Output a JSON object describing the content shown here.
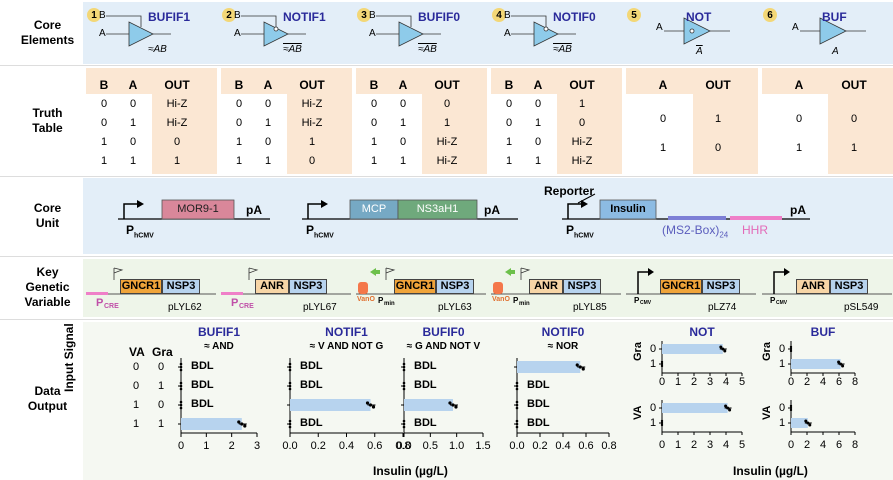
{
  "rows": {
    "core_elements": "Core\nElements",
    "truth_table": "Truth\nTable",
    "core_unit": "Core\nUnit",
    "key_genetic_variable": "Key\nGenetic\nVariable",
    "data_output": "Data\nOutput"
  },
  "gates": [
    {
      "num": "1",
      "name": "BUFIF1",
      "expr": "≈AB",
      "has_b": true,
      "inv": false,
      "bar": false
    },
    {
      "num": "2",
      "name": "NOTIF1",
      "expr": "≈AB",
      "has_b": true,
      "inv": true,
      "bar": true
    },
    {
      "num": "3",
      "name": "BUFIF0",
      "expr": "≈AB",
      "has_b": true,
      "inv": false,
      "bar": true
    },
    {
      "num": "4",
      "name": "NOTIF0",
      "expr": "≈AB",
      "has_b": true,
      "inv": true,
      "bar": true
    },
    {
      "num": "5",
      "name": "NOT",
      "expr": "A",
      "has_b": false,
      "inv": true,
      "bar": true
    },
    {
      "num": "6",
      "name": "BUF",
      "expr": "A",
      "has_b": false,
      "inv": false,
      "bar": false
    }
  ],
  "gate_inputs": {
    "a": "A",
    "b": "B"
  },
  "truth_tables": [
    {
      "header": [
        "B",
        "A",
        "OUT"
      ],
      "rows": [
        [
          "0",
          "0",
          "Hi-Z"
        ],
        [
          "0",
          "1",
          "Hi-Z"
        ],
        [
          "1",
          "0",
          "0"
        ],
        [
          "1",
          "1",
          "1"
        ]
      ]
    },
    {
      "header": [
        "B",
        "A",
        "OUT"
      ],
      "rows": [
        [
          "0",
          "0",
          "Hi-Z"
        ],
        [
          "0",
          "1",
          "Hi-Z"
        ],
        [
          "1",
          "0",
          "1"
        ],
        [
          "1",
          "1",
          "0"
        ]
      ]
    },
    {
      "header": [
        "B",
        "A",
        "OUT"
      ],
      "rows": [
        [
          "0",
          "0",
          "0"
        ],
        [
          "0",
          "1",
          "1"
        ],
        [
          "1",
          "0",
          "Hi-Z"
        ],
        [
          "1",
          "1",
          "Hi-Z"
        ]
      ]
    },
    {
      "header": [
        "B",
        "A",
        "OUT"
      ],
      "rows": [
        [
          "0",
          "0",
          "1"
        ],
        [
          "0",
          "1",
          "0"
        ],
        [
          "1",
          "0",
          "Hi-Z"
        ],
        [
          "1",
          "1",
          "Hi-Z"
        ]
      ]
    },
    {
      "header": [
        "A",
        "OUT"
      ],
      "rows": [
        [
          "0",
          "1"
        ],
        [
          "1",
          "0"
        ]
      ]
    },
    {
      "header": [
        "A",
        "OUT"
      ],
      "rows": [
        [
          "0",
          "0"
        ],
        [
          "1",
          "1"
        ]
      ]
    }
  ],
  "core_units": {
    "promoter": "P",
    "promoter_sub": "hCMV",
    "pa": "pA",
    "unit1_box": "MOR9-1",
    "unit2_box1": "MCP",
    "unit2_box2": "NS3aH1",
    "reporter_label": "Reporter",
    "unit3_box": "Insulin",
    "ms2": "(MS2-Box)",
    "ms2_sub": "24",
    "hhr": "HHR"
  },
  "genetic": [
    {
      "promoter": "P",
      "promoter_sub": "CRE",
      "box1": "GNCR1",
      "box2": "NSP3",
      "plasmid": "pLYL62",
      "box1_color": "#f0a43a"
    },
    {
      "promoter": "P",
      "promoter_sub": "CRE",
      "box1": "ANR",
      "box2": "NSP3",
      "plasmid": "pLYL67",
      "box1_color": "#f7d5a6"
    },
    {
      "promoter": "P",
      "promoter_sub": "min",
      "op": "VanO",
      "box1": "GNCR1",
      "box2": "NSP3",
      "plasmid": "pLYL63",
      "box1_color": "#f0a43a"
    },
    {
      "promoter": "P",
      "promoter_sub": "min",
      "op": "VanO",
      "box1": "ANR",
      "box2": "NSP3",
      "plasmid": "pLYL85",
      "box1_color": "#f7d5a6"
    },
    {
      "promoter": "P",
      "promoter_sub": "CMV",
      "box1": "GNCR1",
      "box2": "NSP3",
      "plasmid": "pLZ74",
      "box1_color": "#f0a43a"
    },
    {
      "promoter": "P",
      "promoter_sub": "CMV",
      "box1": "ANR",
      "box2": "NSP3",
      "plasmid": "pSL549",
      "box1_color": "#f7d5a6"
    }
  ],
  "data_output": {
    "input_signal_label": "Input Signal",
    "va_label": "VA",
    "gra_label": "Gra",
    "inputs": [
      [
        "0",
        "0"
      ],
      [
        "0",
        "1"
      ],
      [
        "1",
        "0"
      ],
      [
        "1",
        "1"
      ]
    ],
    "x_label_left": "Insulin (µg/L)",
    "x_label_right": "Insulin (µg/L)",
    "bdl": "BDL"
  },
  "chart_data": [
    {
      "type": "bar",
      "orientation": "horizontal",
      "title": "BUFIF1",
      "subtitle": "≈ AND",
      "categories": [
        "0 0",
        "0 1",
        "1 0",
        "1 1"
      ],
      "values": [
        0,
        0,
        0,
        2.4
      ],
      "labels": [
        "BDL",
        "BDL",
        "BDL",
        ""
      ],
      "xlim": [
        0,
        3
      ],
      "xticks": [
        "0",
        "1",
        "2",
        "3"
      ]
    },
    {
      "type": "bar",
      "orientation": "horizontal",
      "title": "NOTIF1",
      "subtitle": "≈ V AND NOT G",
      "categories": [
        "0 0",
        "0 1",
        "1 0",
        "1 1"
      ],
      "values": [
        0,
        0,
        0.57,
        0
      ],
      "labels": [
        "BDL",
        "BDL",
        "",
        "BDL"
      ],
      "xlim": [
        0,
        0.8
      ],
      "xticks": [
        "0.0",
        "0.2",
        "0.4",
        "0.6",
        "0.8"
      ]
    },
    {
      "type": "bar",
      "orientation": "horizontal",
      "title": "BUFIF0",
      "subtitle": "≈ G AND NOT V",
      "categories": [
        "0 0",
        "0 1",
        "1 0",
        "1 1"
      ],
      "values": [
        0,
        0,
        0.93,
        0
      ],
      "labels": [
        "BDL",
        "BDL",
        "",
        "BDL"
      ],
      "xlim": [
        0,
        1.5
      ],
      "xticks": [
        "0.0",
        "0.5",
        "1.0",
        "1.5"
      ]
    },
    {
      "type": "bar",
      "orientation": "horizontal",
      "title": "NOTIF0",
      "subtitle": "≈ NOR",
      "categories": [
        "0 0",
        "0 1",
        "1 0",
        "1 1"
      ],
      "values": [
        0.55,
        0,
        0,
        0
      ],
      "labels": [
        "",
        "BDL",
        "BDL",
        "BDL"
      ],
      "xlim": [
        0,
        0.8
      ],
      "xticks": [
        "0.0",
        "0.2",
        "0.4",
        "0.6",
        "0.8"
      ]
    },
    {
      "type": "bar",
      "orientation": "horizontal",
      "title": "NOT",
      "panels": [
        {
          "ylabel": "Gra",
          "categories": [
            "0",
            "1"
          ],
          "values": [
            3.8,
            0
          ]
        },
        {
          "ylabel": "VA",
          "categories": [
            "0",
            "1"
          ],
          "values": [
            4.1,
            0
          ]
        }
      ],
      "xlim": [
        0,
        5
      ],
      "xticks": [
        "0",
        "1",
        "2",
        "3",
        "4",
        "5"
      ]
    },
    {
      "type": "bar",
      "orientation": "horizontal",
      "title": "BUF",
      "panels": [
        {
          "ylabel": "Gra",
          "categories": [
            "0",
            "1"
          ],
          "values": [
            0,
            6.2
          ]
        },
        {
          "ylabel": "VA",
          "categories": [
            "0",
            "1"
          ],
          "values": [
            0,
            2.1
          ]
        }
      ],
      "xlim": [
        0,
        8
      ],
      "xticks": [
        "0",
        "2",
        "4",
        "6",
        "8"
      ]
    }
  ]
}
